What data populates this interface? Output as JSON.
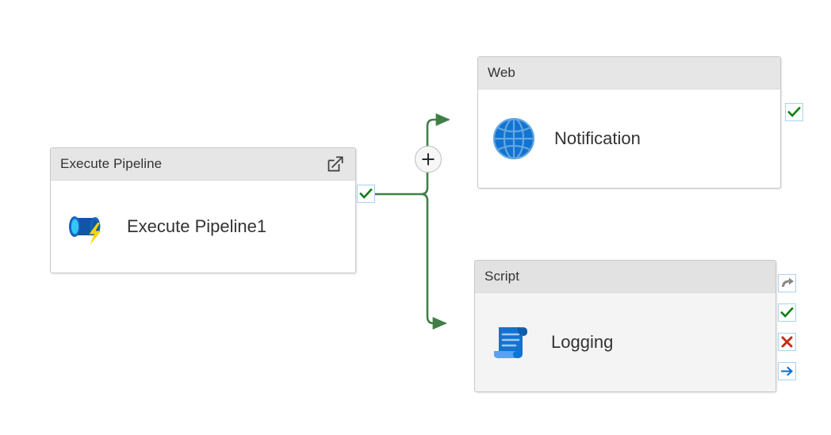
{
  "canvas": {
    "background": "#ffffff",
    "edge_color": "#3f7f46",
    "accent_blue": "#0078d4"
  },
  "nodes": [
    {
      "id": "execute-pipeline",
      "type_label": "Execute Pipeline",
      "activity_name": "Execute Pipeline1",
      "icon": "execute-pipeline-icon",
      "header_action": {
        "name": "open-pipeline-icon",
        "label": "Open pipeline"
      },
      "ports": [
        {
          "name": "success-output-port",
          "icon": "green-check-icon",
          "color": "#107c10"
        }
      ]
    },
    {
      "id": "web",
      "type_label": "Web",
      "activity_name": "Notification",
      "icon": "globe-icon",
      "ports": [
        {
          "name": "success-output-port",
          "icon": "green-check-icon",
          "color": "#107c10"
        }
      ]
    },
    {
      "id": "script",
      "type_label": "Script",
      "activity_name": "Logging",
      "icon": "script-scroll-icon",
      "ports": [
        {
          "name": "skipped-output-port",
          "icon": "skipped-arrow-icon",
          "color": "#8a8a8a"
        },
        {
          "name": "success-output-port",
          "icon": "green-check-icon",
          "color": "#107c10"
        },
        {
          "name": "failure-output-port",
          "icon": "red-x-icon",
          "color": "#c42b1c"
        },
        {
          "name": "completion-output-port",
          "icon": "blue-arrow-icon",
          "color": "#0a6ed1"
        }
      ]
    }
  ],
  "connectors": [
    {
      "name": "edge-execute-pipeline-to-web",
      "from": "execute-pipeline.success-output-port",
      "to": "web",
      "color": "#3f7f46",
      "condition": "Succeeded"
    },
    {
      "name": "edge-execute-pipeline-to-script",
      "from": "execute-pipeline.success-output-port",
      "to": "script",
      "color": "#3f7f46",
      "condition": "Succeeded"
    }
  ],
  "add_activity_button": {
    "name": "add-activity-button",
    "glyph": "+",
    "tooltip": "Add activity"
  }
}
